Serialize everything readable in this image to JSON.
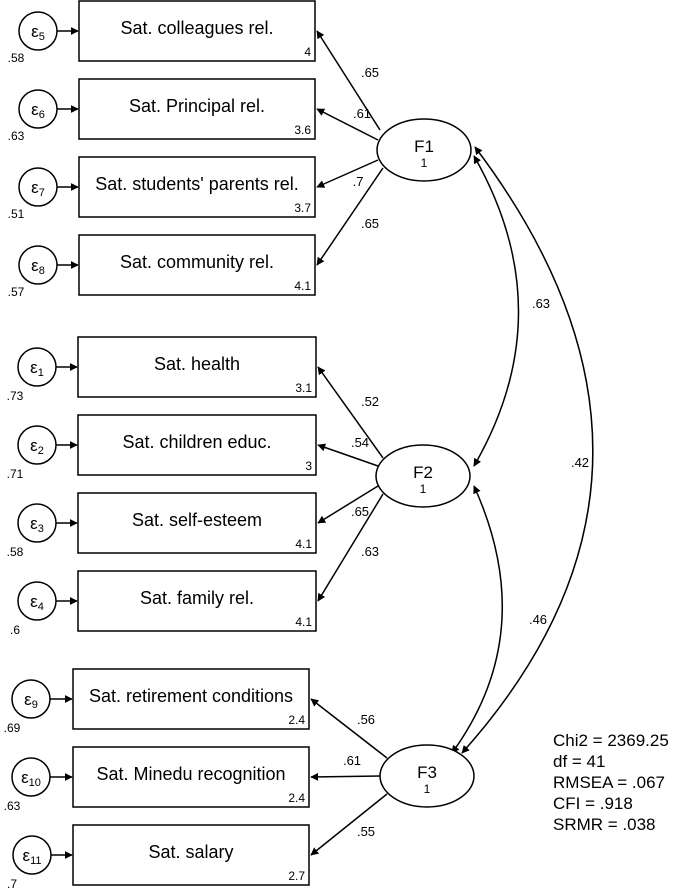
{
  "indicators": [
    {
      "id": "colleagues",
      "label": "Sat. colleagues rel.",
      "intercept": "4",
      "error_sub": "5",
      "error_var": ".58",
      "loading": ".65",
      "factor": "F1"
    },
    {
      "id": "principal",
      "label": "Sat. Principal rel.",
      "intercept": "3.6",
      "error_sub": "6",
      "error_var": ".63",
      "loading": ".61",
      "factor": "F1"
    },
    {
      "id": "parents",
      "label": "Sat. students' parents rel.",
      "intercept": "3.7",
      "error_sub": "7",
      "error_var": ".51",
      "loading": ".7",
      "factor": "F1"
    },
    {
      "id": "community",
      "label": "Sat. community rel.",
      "intercept": "4.1",
      "error_sub": "8",
      "error_var": ".57",
      "loading": ".65",
      "factor": "F1"
    },
    {
      "id": "health",
      "label": "Sat. health",
      "intercept": "3.1",
      "error_sub": "1",
      "error_var": ".73",
      "loading": ".52",
      "factor": "F2"
    },
    {
      "id": "children",
      "label": "Sat. children educ.",
      "intercept": "3",
      "error_sub": "2",
      "error_var": ".71",
      "loading": ".54",
      "factor": "F2"
    },
    {
      "id": "selfesteem",
      "label": "Sat. self-esteem",
      "intercept": "4.1",
      "error_sub": "3",
      "error_var": ".58",
      "loading": ".65",
      "factor": "F2"
    },
    {
      "id": "family",
      "label": "Sat. family rel.",
      "intercept": "4.1",
      "error_sub": "4",
      "error_var": ".6",
      "loading": ".63",
      "factor": "F2"
    },
    {
      "id": "retirement",
      "label": "Sat. retirement conditions",
      "intercept": "2.4",
      "error_sub": "9",
      "error_var": ".69",
      "loading": ".56",
      "factor": "F3"
    },
    {
      "id": "minedu",
      "label": "Sat. Minedu recognition",
      "intercept": "2.4",
      "error_sub": "10",
      "error_var": ".63",
      "loading": ".61",
      "factor": "F3"
    },
    {
      "id": "salary",
      "label": "Sat. salary",
      "intercept": "2.7",
      "error_sub": "11",
      "error_var": ".7",
      "loading": ".55",
      "factor": "F3"
    }
  ],
  "factors": [
    {
      "id": "F1",
      "label": "F1",
      "variance": "1"
    },
    {
      "id": "F2",
      "label": "F2",
      "variance": "1"
    },
    {
      "id": "F3",
      "label": "F3",
      "variance": "1"
    }
  ],
  "covariances": [
    {
      "from": "F1",
      "to": "F2",
      "value": ".63"
    },
    {
      "from": "F2",
      "to": "F3",
      "value": ".46"
    },
    {
      "from": "F1",
      "to": "F3",
      "value": ".42"
    }
  ],
  "fit_stats": [
    "Chi2 = 2369.25",
    "df = 41",
    "RMSEA = .067",
    "CFI = .918",
    "SRMR = .038"
  ],
  "error_symbol": "ε"
}
